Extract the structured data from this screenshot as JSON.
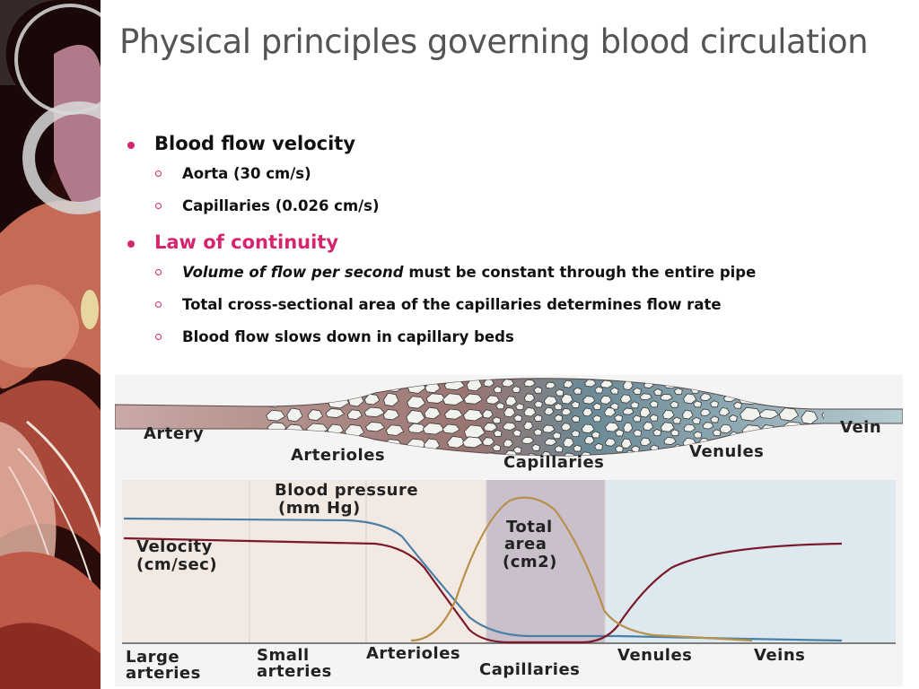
{
  "title": "Physical principles governing blood circulation",
  "bullets": {
    "b1": "Blood flow velocity",
    "b1_sub1": "Aorta (30 cm/s)",
    "b1_sub2": "Capillaries (0.026 cm/s)",
    "b2": "Law of continuity",
    "b2_sub1_italic": "Volume of flow per second",
    "b2_sub1_rest": " must be constant through the entire pipe",
    "b2_sub2": "Total cross-sectional area of the capillaries determines flow rate",
    "b2_sub3": "Blood flow slows down in capillary beds"
  },
  "figure": {
    "vessel_labels": {
      "artery": "Artery",
      "arterioles": "Arterioles",
      "capillaries": "Capillaries",
      "venules": "Venules",
      "vein": "Vein"
    },
    "graph_labels": {
      "blood_pressure_1": "Blood pressure",
      "blood_pressure_2": "(mm Hg)",
      "velocity_1": "Velocity",
      "velocity_2": "(cm/sec)",
      "total_area_1": "Total",
      "total_area_2": "area",
      "total_area_3": "(cm2)"
    },
    "axis_labels": {
      "large_1": "Large",
      "large_2": "arteries",
      "small_1": "Small",
      "small_2": "arteries",
      "arterioles": "Arterioles",
      "capillaries": "Capillaries",
      "venules": "Venules",
      "veins": "Veins"
    }
  },
  "colors": {
    "accent": "#d6246e",
    "title": "#555555",
    "pressure_curve": "#4a7fa8",
    "velocity_curve": "#7a1a2a",
    "area_curve": "#b8904a",
    "capillary_band": "#c9c0cc",
    "venous_band": "#dde9ef"
  }
}
